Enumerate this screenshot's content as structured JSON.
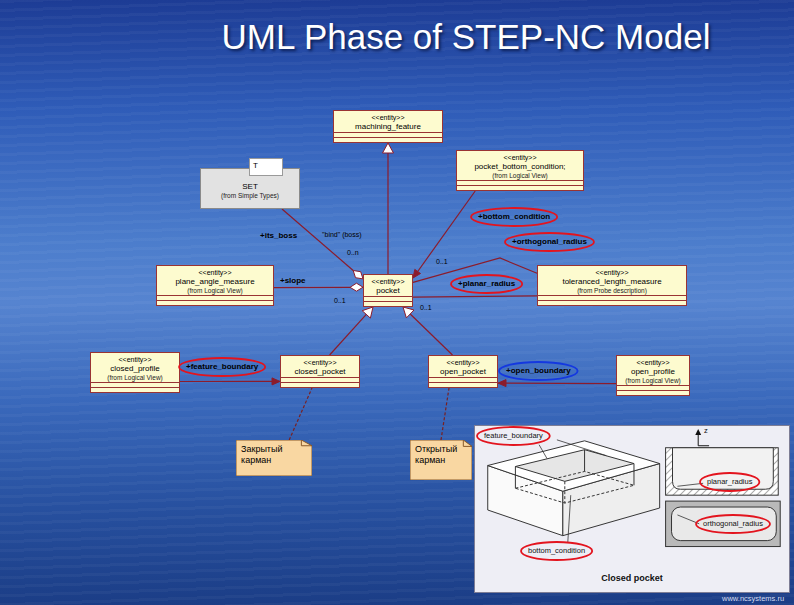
{
  "diagram": {
    "title": "UML Phase of STEP-NC Model",
    "nodes": [
      {
        "text": [
          "<<entity>>",
          "machining_feature"
        ]
      },
      {
        "text": [
          "<<entity>>",
          "pocket_bottom_condition;",
          "(from Logical View)"
        ]
      },
      {
        "text": [
          "SET",
          "(from Simple Types)"
        ]
      },
      {
        "text": [
          "T"
        ],
        "in": 2
      },
      {
        "text": [
          "<<entity>>",
          "plane_angle_measure",
          "(from Logical View)"
        ]
      },
      {
        "text": [
          "<<entity>>",
          "pocket"
        ]
      },
      {
        "text": [
          "<<entity>>",
          "toleranced_length_measure",
          "(from Probe description)"
        ]
      },
      {
        "text": [
          "<<entity>>",
          "closed_profile",
          "(from Logical View)"
        ]
      },
      {
        "text": [
          "<<entity>>",
          "closed_pocket"
        ]
      },
      {
        "text": [
          "<<entity>>",
          "open_pocket"
        ]
      },
      {
        "text": [
          "<<entity>>",
          "open_profile",
          "(from Logical View)"
        ]
      },
      {
        "text": [
          "Закрытый карман"
        ]
      },
      {
        "text": [
          "Открытый карман"
        ]
      },
      {
        "text": [
          "Closed pocket"
        ]
      }
    ],
    "edges": [
      {
        "from": 5,
        "to": 0,
        "arrow": "to"
      },
      {
        "from": 8,
        "to": 5,
        "arrow": "to"
      },
      {
        "from": 9,
        "to": 5,
        "arrow": "to"
      },
      {
        "from": 1,
        "to": 5,
        "label": "+bottom_condition",
        "arrow": "to"
      },
      {
        "from": 5,
        "to": 6,
        "label": "+orthogonal_radius",
        "arrow": "none"
      },
      {
        "from": 5,
        "to": 6,
        "label": "+planar_radius",
        "arrow": "none"
      },
      {
        "from": 4,
        "to": 5,
        "label": "+slope",
        "arrow": "to"
      },
      {
        "from": 2,
        "to": 5,
        "label": "+its_boss",
        "arrow": "to"
      },
      {
        "from": 7,
        "to": 8,
        "label": "+feature_boundary",
        "arrow": "to"
      },
      {
        "from": 10,
        "to": 9,
        "label": "+open_boundary",
        "arrow": "to"
      },
      {
        "from": 11,
        "to": 8,
        "arrow": "none"
      },
      {
        "from": 12,
        "to": 9,
        "arrow": "none"
      }
    ],
    "labels": [
      "\"bind\" (boss)",
      "0..n",
      "0..1",
      "0..1",
      "0..1",
      "z",
      "feature_boundary",
      "bottom_condition",
      "planar_radius",
      "orthogonal_radius",
      "www.ncsystems.ru"
    ]
  }
}
